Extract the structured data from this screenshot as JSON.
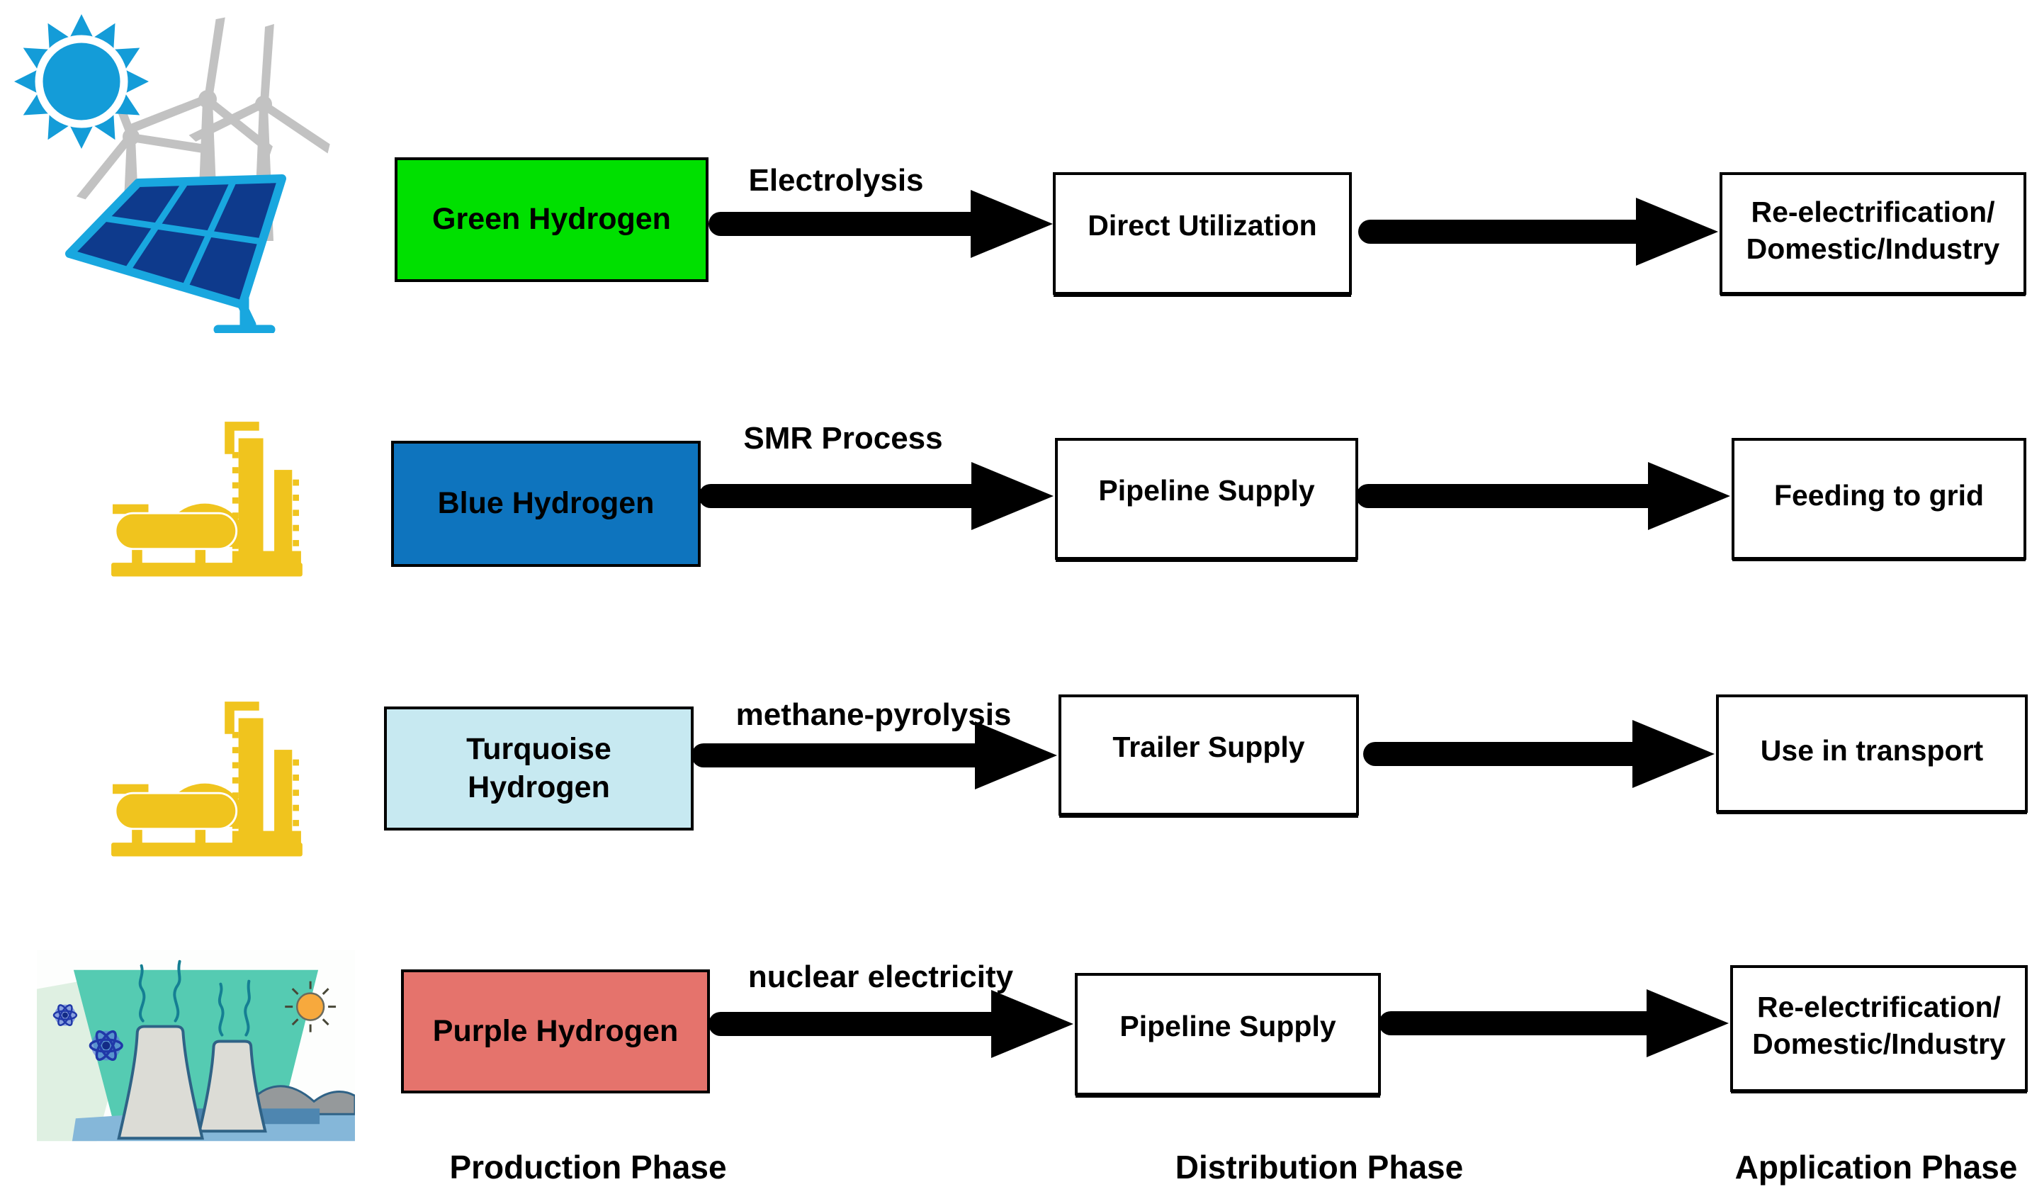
{
  "colors": {
    "green_hydrogen": "#00E000",
    "blue_hydrogen": "#0E74BE",
    "turquoise_hydrogen": "#C7E9F1",
    "purple_hydrogen": "#E5736C",
    "arrow_black": "#000000",
    "sun_cyan": "#149CD8",
    "turbine_gray": "#C2C2C2",
    "solar_panel_navy": "#0E3A8C",
    "refinery_yellow": "#F0C41E",
    "nuclear_teal": "#55CBB2"
  },
  "icons": {
    "row1": "renewables-icon (sun, wind turbines, solar panel)",
    "row2": "refinery-icon",
    "row3": "refinery-icon",
    "row4": "nuclear-plant-icon"
  },
  "rows": [
    {
      "production": {
        "label": "Green Hydrogen"
      },
      "process_label": "Electrolysis",
      "distribution": {
        "label": "Direct Utilization"
      },
      "application": {
        "label": "Re-electrification/\nDomestic/Industry"
      }
    },
    {
      "production": {
        "label": "Blue Hydrogen"
      },
      "process_label": "SMR Process",
      "distribution": {
        "label": "Pipeline Supply"
      },
      "application": {
        "label": "Feeding to grid"
      }
    },
    {
      "production": {
        "label": "Turquoise\nHydrogen"
      },
      "process_label": "methane-pyrolysis",
      "distribution": {
        "label": "Trailer Supply"
      },
      "application": {
        "label": "Use in transport"
      }
    },
    {
      "production": {
        "label": "Purple Hydrogen"
      },
      "process_label": "nuclear electricity",
      "distribution": {
        "label": "Pipeline Supply"
      },
      "application": {
        "label": "Re-electrification/\nDomestic/Industry"
      }
    }
  ],
  "phases": {
    "production": "Production Phase",
    "distribution": "Distribution Phase",
    "application": "Application Phase"
  }
}
